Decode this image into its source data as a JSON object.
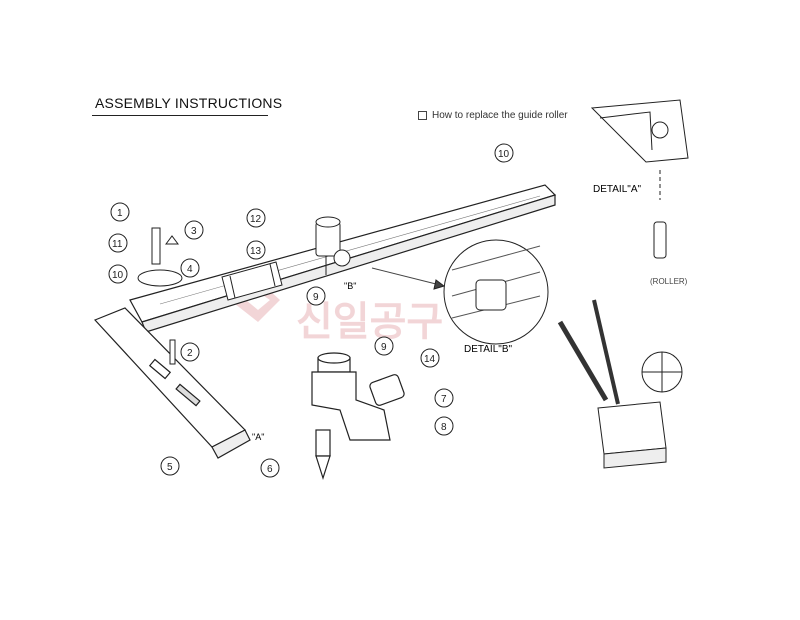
{
  "header": {
    "title": "ASSEMBLY INSTRUCTIONS",
    "note": "How to replace the guide roller"
  },
  "callouts": [
    "1",
    "2",
    "3",
    "4",
    "5",
    "6",
    "7",
    "8",
    "9",
    "10",
    "11",
    "12",
    "13",
    "14"
  ],
  "labels": {
    "detail_a": "DETAIL\"A\"",
    "detail_b": "DETAIL\"B\"",
    "roller": "(ROLLER)",
    "ref_a": "\"A\"",
    "ref_b": "\"B\""
  },
  "watermark": "신일공구",
  "colors": {
    "line": "#222222",
    "watermark": "#e8b4b8"
  }
}
